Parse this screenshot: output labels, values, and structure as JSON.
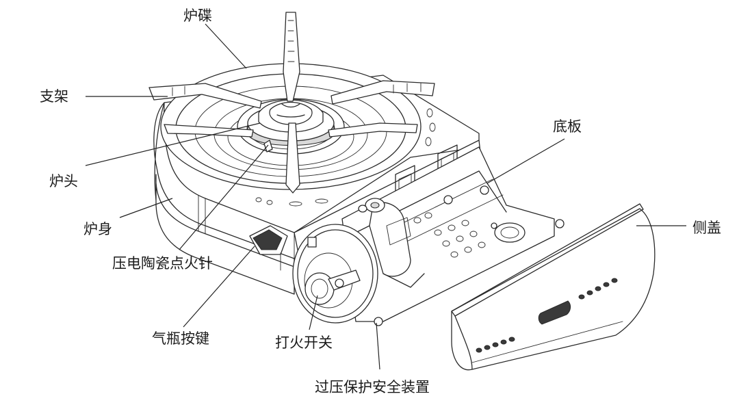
{
  "labels": {
    "burner_cap": "炉碟",
    "support": "支架",
    "burner_head": "炉头",
    "body": "炉身",
    "igniter": "压电陶瓷点火针",
    "cylinder_button": "气瓶按键",
    "ignition_switch": "打火开关",
    "safety_device": "过压保护安全装置",
    "base_plate": "底板",
    "side_cover": "侧盖"
  }
}
